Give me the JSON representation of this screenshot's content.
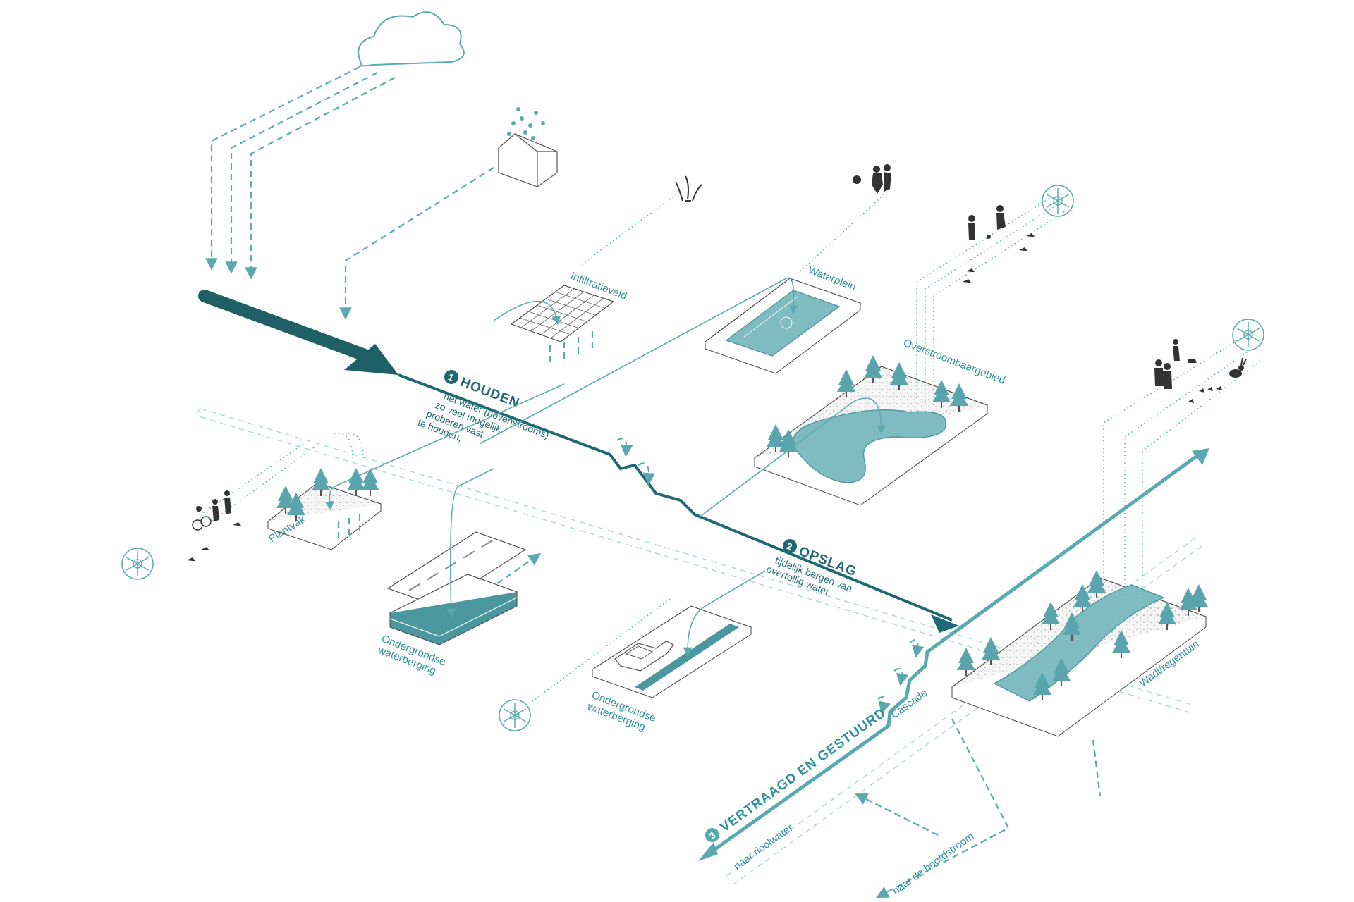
{
  "colors": {
    "primary": "#1f6a72",
    "accent": "#5aa9b1",
    "light": "#a9d3d7",
    "water": "#7fbcc2"
  },
  "steps": [
    {
      "number": "1",
      "title": "HOUDEN",
      "description": [
        "het water (bovenstrooms)",
        "zo veel mogelijk",
        "proberen vast",
        "te houden,"
      ]
    },
    {
      "number": "2",
      "title": "OPSLAG",
      "description": [
        "tijdelijk bergen van",
        "overtollig water"
      ]
    },
    {
      "number": "3",
      "title": "VERTRAAGD EN GESTUURD",
      "description": []
    }
  ],
  "labels": {
    "infiltratieveld": "Infiltratieveld",
    "waterplein": "Waterplein",
    "overstroombaargebied": "Overstroombaargebied",
    "plantvak": "Plantvak",
    "ondergrondse_1": [
      "Ondergrondse",
      "waterberging"
    ],
    "ondergrondse_2": [
      "Ondergrondse",
      "waterberging"
    ],
    "cascade": "Cascade",
    "wadi": "Wadi/regentuin",
    "naar_riool": "naar rioolwater",
    "naar_hoofdstroom": "naar de hoofdstroom"
  },
  "icons": [
    "cloud-icon",
    "house-icon",
    "grass-icon",
    "ball-players-icon",
    "snowflake-icon",
    "pedestrians-icon",
    "birds-icon",
    "cyclist-icon",
    "car-icon",
    "rabbit-icon",
    "butterflies-icon"
  ]
}
